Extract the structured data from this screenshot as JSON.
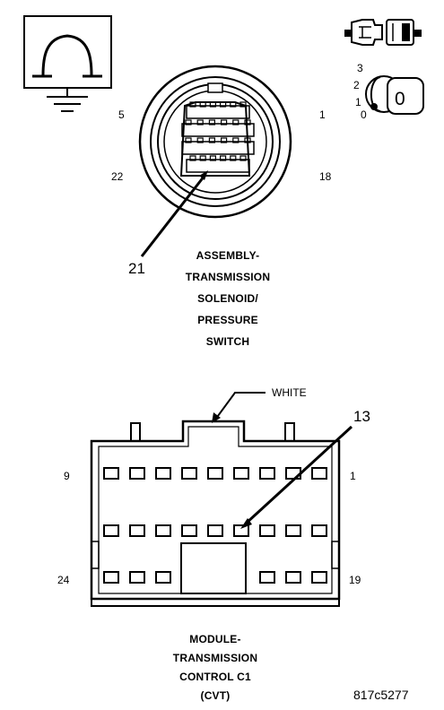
{
  "connector_top": {
    "pins": {
      "top_left": "5",
      "top_right": "1",
      "bottom_left": "22",
      "bottom_right": "18"
    },
    "callout": "21",
    "caption": [
      "ASSEMBLY-",
      "TRANSMISSION",
      "SOLENOID/",
      "PRESSURE",
      "SWITCH"
    ]
  },
  "ignition_key": {
    "positions": [
      "3",
      "2",
      "1",
      "0"
    ],
    "key_label": "0"
  },
  "connector_bottom": {
    "color_label": "WHITE",
    "callout": "13",
    "pins": {
      "row1_left": "9",
      "row1_right": "1",
      "row3_left": "24",
      "row3_right": "19"
    },
    "caption": [
      "MODULE-",
      "TRANSMISSION",
      "CONTROL C1",
      "(CVT)"
    ]
  },
  "figure_code": "817c5277",
  "icons": [
    "ohmmeter-ground-icon",
    "connector-plug-icon",
    "ignition-key-icon"
  ]
}
